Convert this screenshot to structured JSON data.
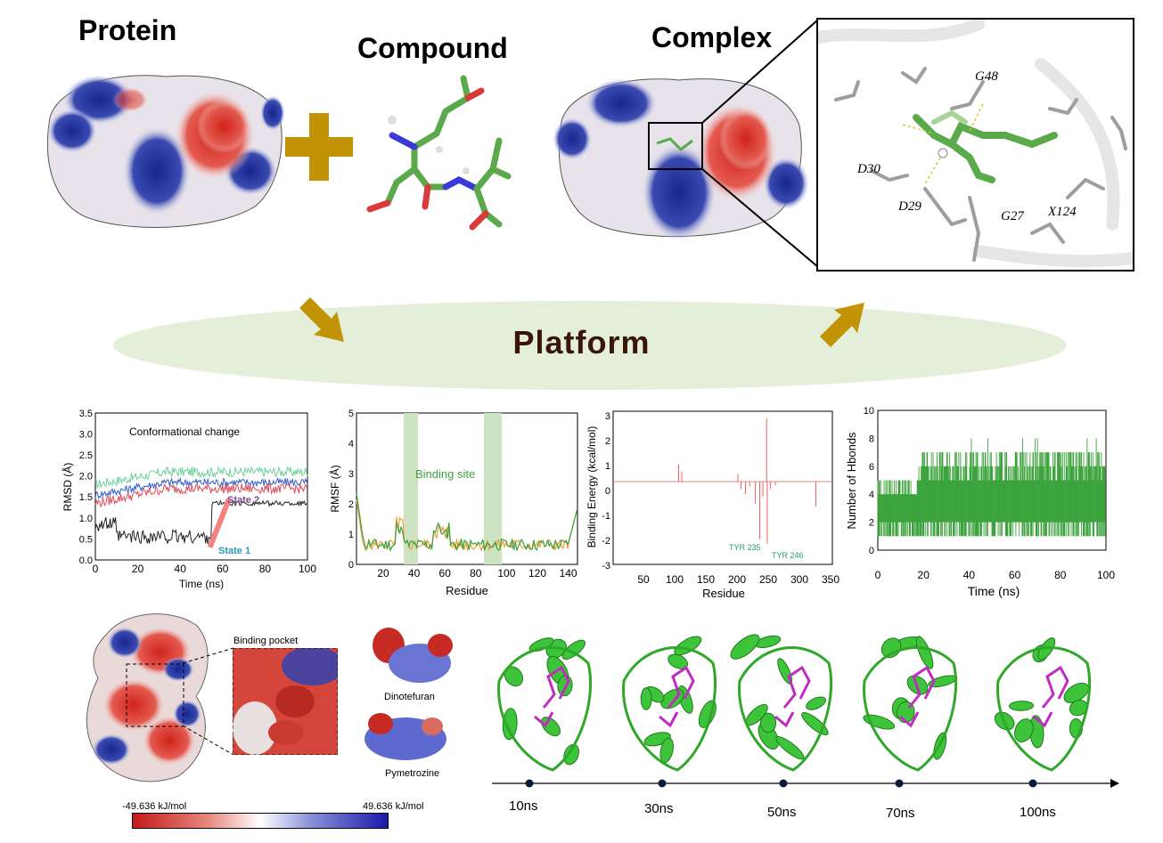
{
  "top": {
    "protein_title": "Protein",
    "compound_title": "Compound",
    "complex_title": "Complex",
    "residues": [
      "G48",
      "D30",
      "D29",
      "G27",
      "X124"
    ]
  },
  "platform": {
    "label": "Platform"
  },
  "charts": {
    "rmsd": {
      "ylabel": "RMSD (Å)",
      "xlabel": "Time (ns)",
      "annotation": "Conformational change",
      "state1": "State 1",
      "state2": "State 2",
      "xticks": [
        "0",
        "20",
        "40",
        "60",
        "80",
        "100"
      ],
      "yticks": [
        "0.0",
        "0.5",
        "1.0",
        "1.5",
        "2.0",
        "2.5",
        "3.0",
        "3.5"
      ]
    },
    "rmsf": {
      "ylabel": "RMSF (Å)",
      "xlabel": "Residue",
      "annotation": "Binding site",
      "xticks": [
        "20",
        "40",
        "60",
        "80",
        "100",
        "120",
        "140"
      ],
      "yticks": [
        "0",
        "1",
        "2",
        "3",
        "4",
        "5"
      ]
    },
    "energy": {
      "ylabel": "Binding Energy (kcal/mol)",
      "xlabel": "Residue",
      "label1": "TYR 235",
      "label2": "TYR 246",
      "xticks": [
        "50",
        "100",
        "150",
        "200",
        "250",
        "300",
        "350"
      ],
      "yticks": [
        "3",
        "2",
        "1",
        "0",
        "-1",
        "-2",
        "-3"
      ]
    },
    "hbonds": {
      "ylabel": "Number of Hbonds",
      "xlabel": "Time (ns)",
      "xticks": [
        "0",
        "20",
        "40",
        "60",
        "80",
        "100"
      ],
      "yticks": [
        "0",
        "2",
        "4",
        "6",
        "8",
        "10"
      ]
    }
  },
  "bottom": {
    "binding_pocket": "Binding pocket",
    "ligand1": "Dinotefuran",
    "ligand2": "Pymetrozine",
    "scale_min": "-49.636 kJ/mol",
    "scale_max": "49.636 kJ/mol",
    "timeline": [
      "10ns",
      "30ns",
      "50ns",
      "70ns",
      "100ns"
    ]
  },
  "colors": {
    "arrow_gold": "#c29207",
    "platform_bg": "#e3efd8",
    "surface_red": "#d42a20",
    "surface_blue": "#1c2d9c",
    "ribbon_green": "#3ec43a",
    "ligand_magenta": "#c02cc0"
  }
}
